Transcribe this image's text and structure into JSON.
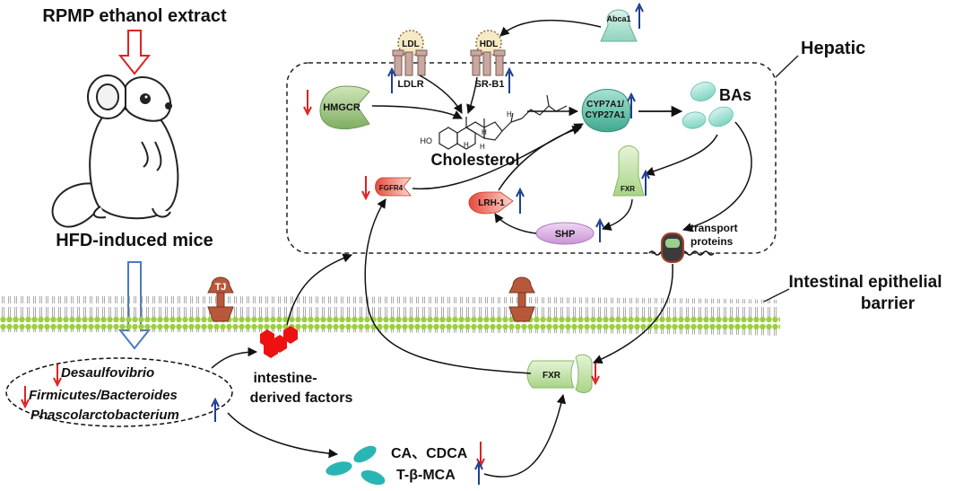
{
  "labels": {
    "extract": "RPMP ethanol extract",
    "mice": "HFD-induced mice",
    "hepatic": "Hepatic",
    "barrier_line1": "Intestinal epithelial",
    "barrier_line2": "barrier",
    "abca1": "Abca1",
    "ldl": "LDL",
    "hdl": "HDL",
    "ldlr": "LDLR",
    "srb1": "SR-B1",
    "hmgcr": "HMGCR",
    "cholesterol": "Cholesterol",
    "ho": "HO",
    "h": "H",
    "cyp_line1": "CYP7A1/",
    "cyp_line2": "CYP27A1",
    "bas": "BAs",
    "fxr": "FXR",
    "fgfr4": "FGFR4",
    "lrh1": "LRH-1",
    "shp": "SHP",
    "transport_line1": "transport",
    "transport_line2": "proteins",
    "tj": "TJ",
    "factors_line1": "intestine-",
    "factors_line2": "derived factors",
    "bacteria_1": "Desaulfovibrio",
    "bacteria_2": "Firmicutes/Bacteroides",
    "bacteria_3": "Phascolarctobacterium",
    "ca_cdca": "CA、CDCA",
    "tbmca": "T-β-MCA"
  },
  "colors": {
    "up_arrow": "#1f3f8f",
    "down_arrow": "#e02020",
    "extract_arrow": "#e02020",
    "mice_arrow": "#4a7ac0",
    "membrane": "#9bcf3f",
    "hexagon": "#ee1111",
    "bile_acid_blob": "#2ab5b5",
    "tj_protein": "#b8583a"
  },
  "icons": [
    "mouse-icon",
    "ldl-particle-icon",
    "hdl-particle-icon",
    "receptor-icon",
    "hexagon-cluster-icon",
    "tight-junction-icon",
    "transport-channel-icon"
  ]
}
